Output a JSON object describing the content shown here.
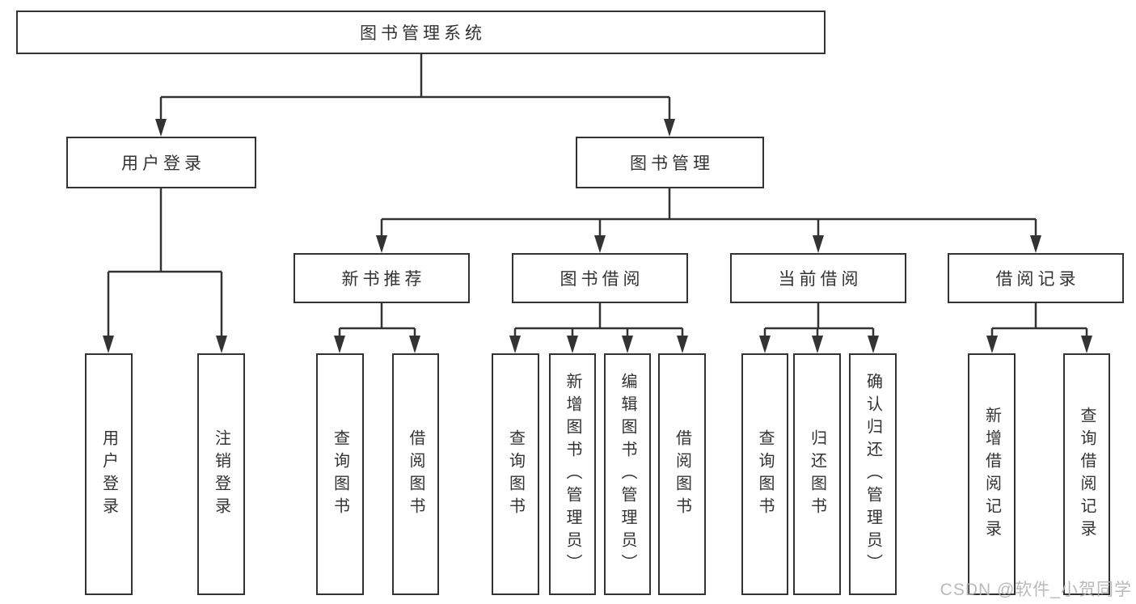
{
  "colors": {
    "line": "#333333",
    "text": "#333333",
    "box_fill": "#ffffff",
    "background": "#ffffff",
    "watermark": "#b3b3b3"
  },
  "watermark": {
    "text": "CSDN @软件_小贺同学"
  },
  "tree": {
    "root": {
      "label": "图书管理系统"
    },
    "branches": [
      {
        "label": "用户登录",
        "children": [
          {
            "label": "用户登录"
          },
          {
            "label": "注销登录"
          }
        ]
      },
      {
        "label": "图书管理",
        "children": [
          {
            "label": "新书推荐",
            "children": [
              {
                "label": "查询图书"
              },
              {
                "label": "借阅图书"
              }
            ]
          },
          {
            "label": "图书借阅",
            "children": [
              {
                "label": "查询图书"
              },
              {
                "label": "新增图书（管理员）"
              },
              {
                "label": "编辑图书（管理员）"
              },
              {
                "label": "借阅图书"
              }
            ]
          },
          {
            "label": "当前借阅",
            "children": [
              {
                "label": "查询图书"
              },
              {
                "label": "归还图书"
              },
              {
                "label": "确认归还（管理员）"
              }
            ]
          },
          {
            "label": "借阅记录",
            "children": [
              {
                "label": "新增借阅记录"
              },
              {
                "label": "查询借阅记录"
              }
            ]
          }
        ]
      }
    ]
  }
}
